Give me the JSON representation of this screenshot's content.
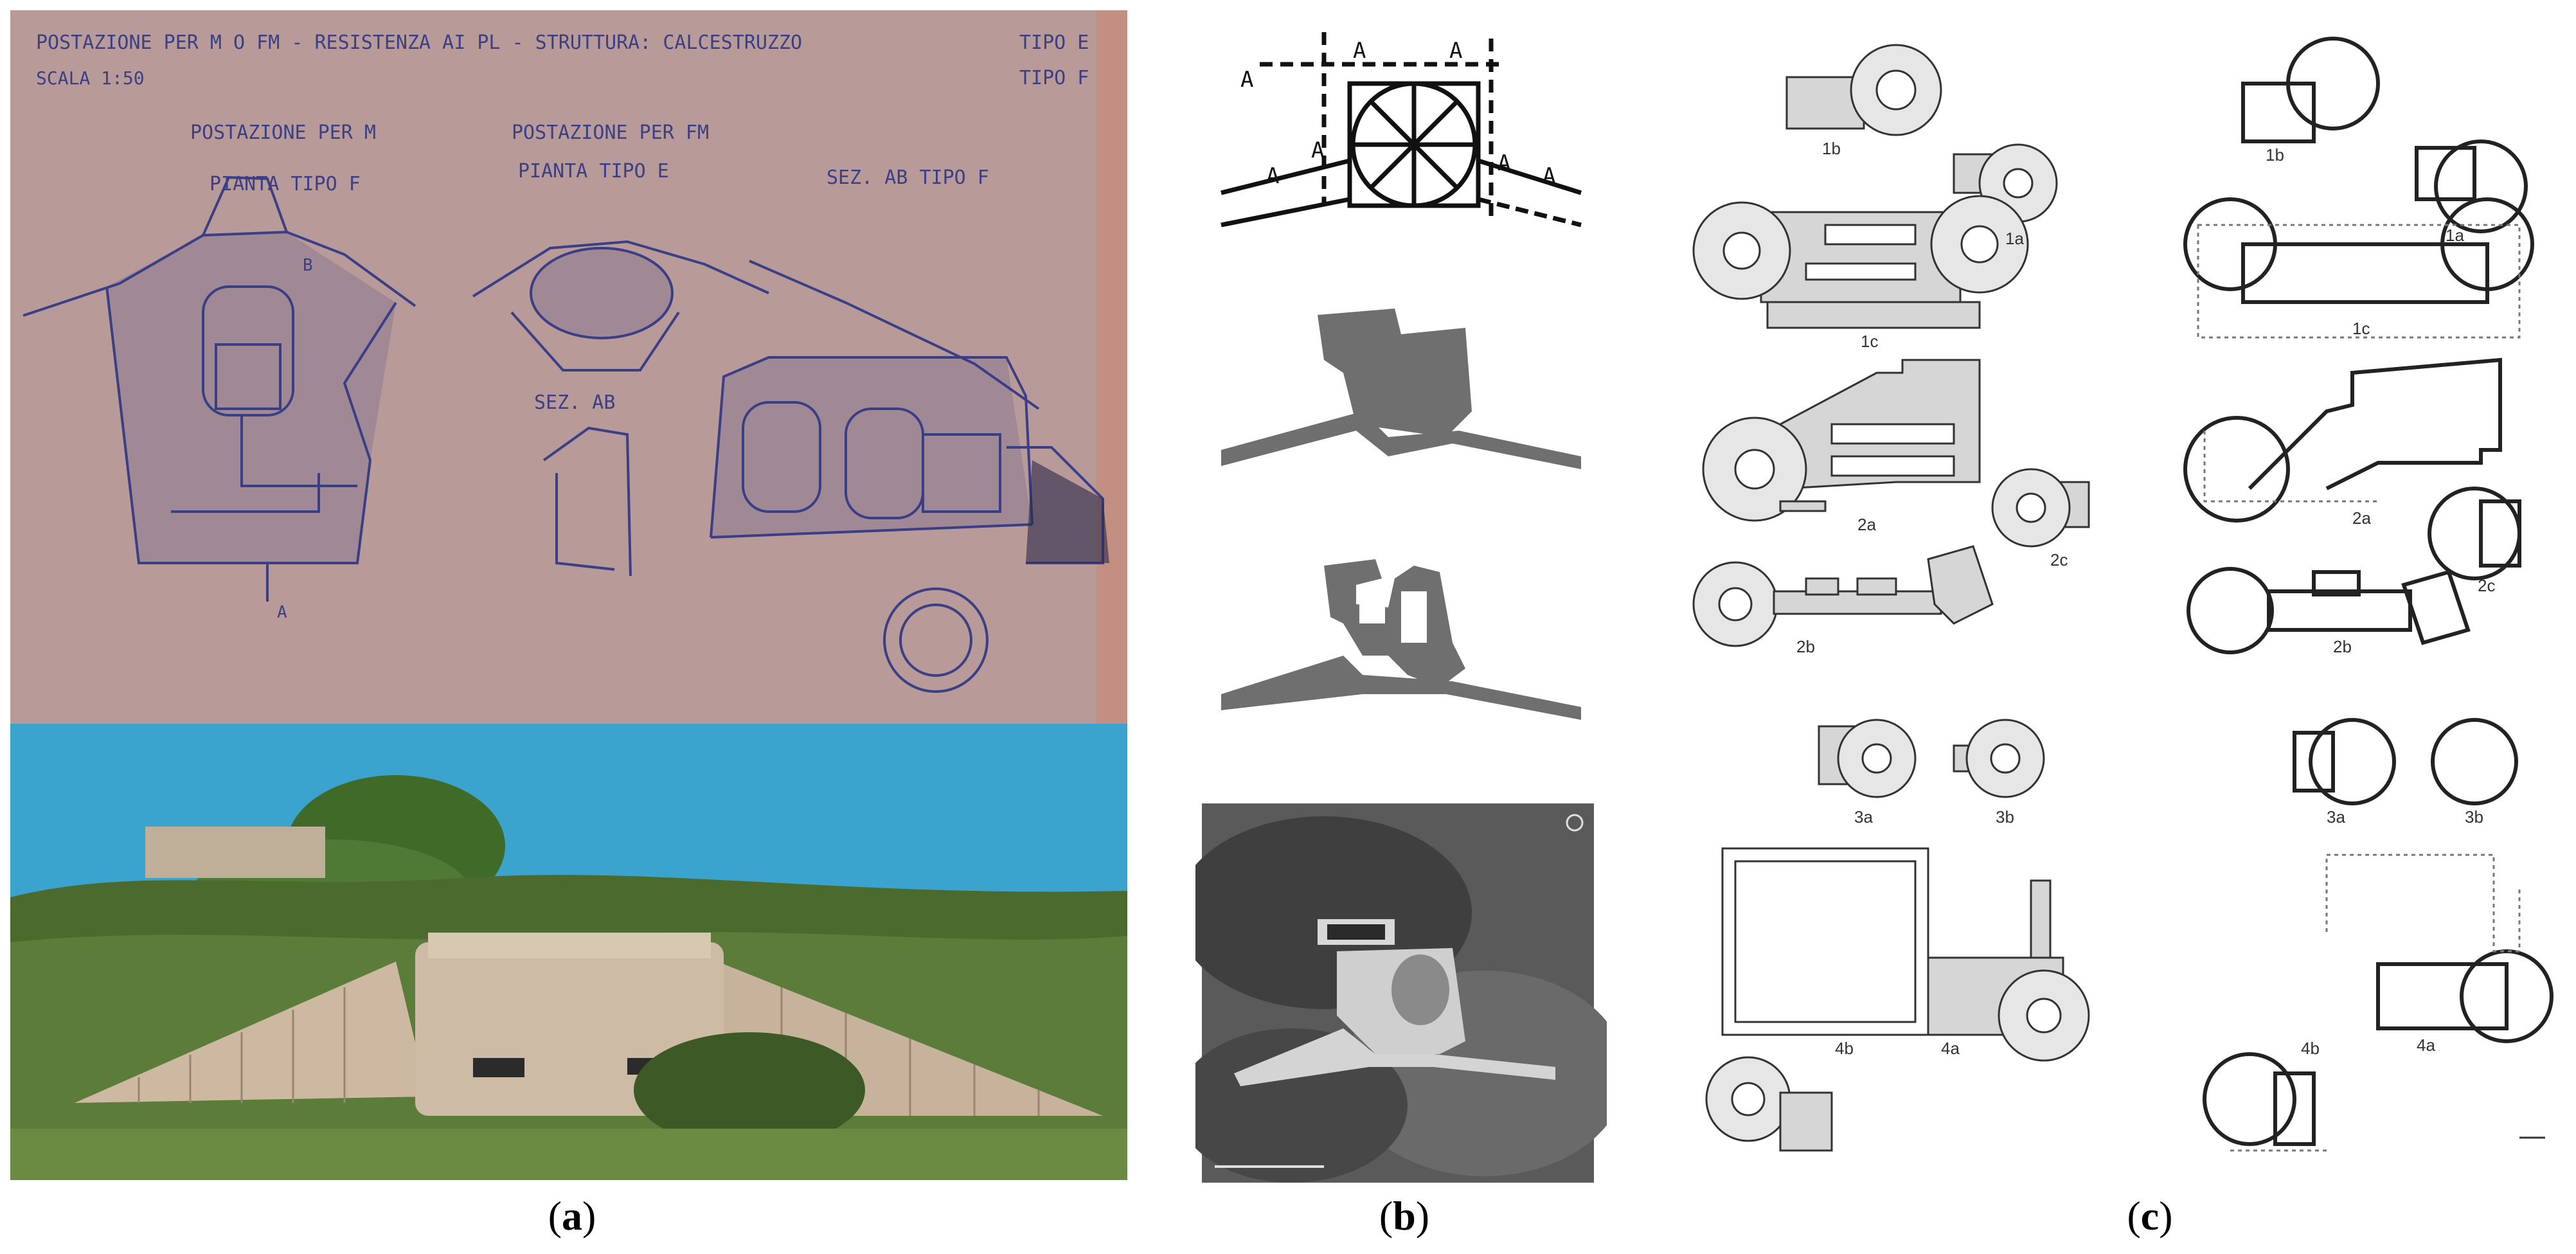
{
  "panel_a": {
    "drawing": {
      "header": "POSTAZIONE PER M O FM - RESISTENZA AI PL - STRUTTURA: CALCESTRUZZO",
      "scale": "SCALA 1:50",
      "type_top": "TIPO E",
      "type_bottom": "TIPO F",
      "sections": [
        {
          "line1": "POSTAZIONE PER M",
          "line2": "PIANTA TIPO F"
        },
        {
          "line1": "POSTAZIONE PER FM",
          "line2": "PIANTA TIPO E"
        },
        {
          "line1": "SEZ. AB TIPO F",
          "line2": ""
        }
      ],
      "small_section": "SEZ. AB",
      "mark_b": "B",
      "mark_a": "A"
    }
  },
  "panel_b": {
    "sketch_marks": [
      "A",
      "A",
      "A",
      "A",
      "A",
      "A",
      "A"
    ]
  },
  "panel_c": {
    "left_labels": [
      "1b",
      "1a",
      "1c",
      "2a",
      "2c",
      "2b",
      "3a",
      "3b",
      "4a",
      "4b"
    ],
    "right_labels": [
      "1b",
      "1a",
      "1c",
      "2a",
      "2c",
      "2b",
      "3a",
      "3b",
      "4a",
      "4b"
    ]
  },
  "captions": {
    "a": {
      "open": "(",
      "letter": "a",
      "close": ")"
    },
    "b": {
      "open": "(",
      "letter": "b",
      "close": ")"
    },
    "c": {
      "open": "(",
      "letter": "c",
      "close": ")"
    }
  },
  "colors": {
    "blueprint_bg": "#b89a98",
    "blueprint_ink": "#3a3f86",
    "sky": "#3aa4cf",
    "vegetation": "#4a6a2e",
    "concrete": "#c9b8a2",
    "grey_plan": "#6f6f6f",
    "plan_fill": "#d6d6d6"
  }
}
